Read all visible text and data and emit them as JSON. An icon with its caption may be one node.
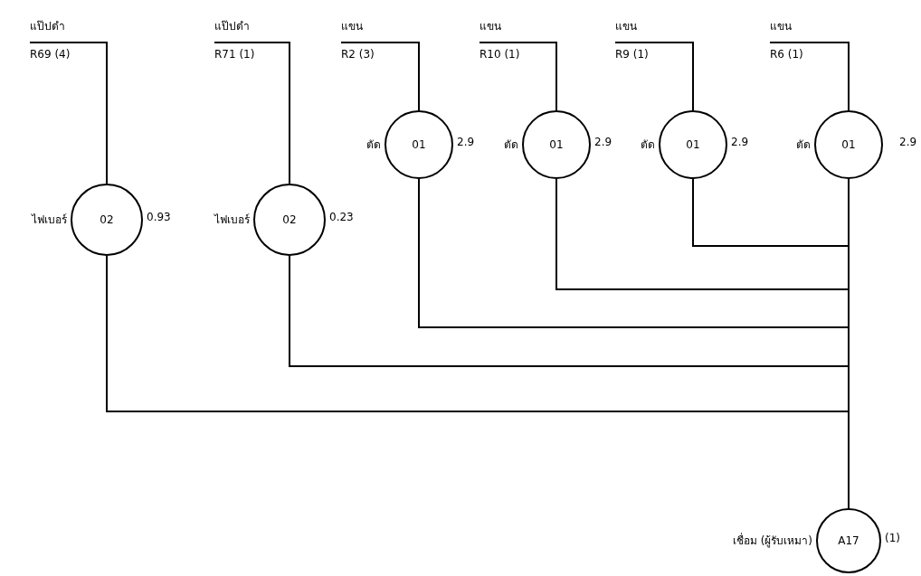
{
  "diagram": {
    "nodes": [
      {
        "text": [
          "แป๊ปดำ",
          "R69 (4)"
        ]
      },
      {
        "text": [
          "แป๊ปดำ",
          "R71 (1)"
        ]
      },
      {
        "text": [
          "แขน",
          "R2 (3)"
        ]
      },
      {
        "text": [
          "แขน",
          "R10 (1)"
        ]
      },
      {
        "text": [
          "แขน",
          "R9 (1)"
        ]
      },
      {
        "text": [
          "แขน",
          "R6 (1)"
        ]
      },
      {
        "text": [
          "02"
        ],
        "beside": [
          "ไฟเบอร์",
          "0.93"
        ]
      },
      {
        "text": [
          "02"
        ],
        "beside": [
          "ไฟเบอร์",
          "0.23"
        ]
      },
      {
        "text": [
          "01"
        ],
        "beside": [
          "ตัด",
          "2.9"
        ]
      },
      {
        "text": [
          "01"
        ],
        "beside": [
          "ตัด",
          "2.9"
        ]
      },
      {
        "text": [
          "01"
        ],
        "beside": [
          "ตัด",
          "2.9"
        ]
      },
      {
        "text": [
          "01"
        ],
        "beside": [
          "ตัด",
          "2.9"
        ]
      },
      {
        "text": [
          "A17"
        ],
        "beside": [
          "เชื่อม (ผู้รับเหมา)",
          "(1)"
        ]
      }
    ],
    "edges": [
      {
        "from": 0,
        "to": 6,
        "arrow": "none"
      },
      {
        "from": 1,
        "to": 7,
        "arrow": "none"
      },
      {
        "from": 2,
        "to": 8,
        "arrow": "none"
      },
      {
        "from": 3,
        "to": 9,
        "arrow": "none"
      },
      {
        "from": 4,
        "to": 10,
        "arrow": "none"
      },
      {
        "from": 5,
        "to": 11,
        "arrow": "none"
      },
      {
        "from": 6,
        "to": 12,
        "arrow": "none"
      },
      {
        "from": 7,
        "to": 12,
        "arrow": "none"
      },
      {
        "from": 8,
        "to": 12,
        "arrow": "none"
      },
      {
        "from": 9,
        "to": 12,
        "arrow": "none"
      },
      {
        "from": 10,
        "to": 12,
        "arrow": "none"
      },
      {
        "from": 11,
        "to": 12,
        "arrow": "none"
      }
    ]
  }
}
